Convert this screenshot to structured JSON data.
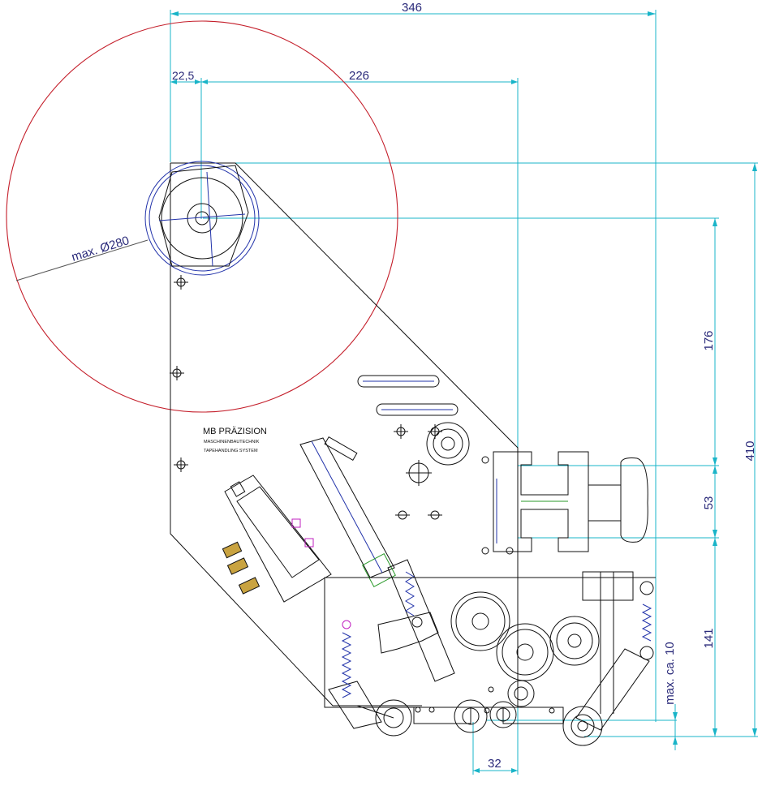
{
  "drawing": {
    "company_name": "MB PRÄZISION",
    "company_line1": "MASCHINENBAUTECHNIK",
    "company_line2": "TAPEHANDLING SYSTEM",
    "dimensions": {
      "overall_width": "346",
      "roll_offset": "22,5",
      "roll_to_edge": "226",
      "overall_height": "410",
      "upper_height": "176",
      "clamp_height": "53",
      "lower_height": "141",
      "stroke": "max. ca. 10",
      "bottom_width": "32",
      "roll_diameter": "max. Ø280"
    },
    "colors": {
      "outline": "#111111",
      "dimension_lines": "#19b4c8",
      "detail": "#2233aa",
      "roll_circle": "#c41e2a",
      "springs": "#c020c0",
      "highlights": "#2a9a2a"
    }
  }
}
